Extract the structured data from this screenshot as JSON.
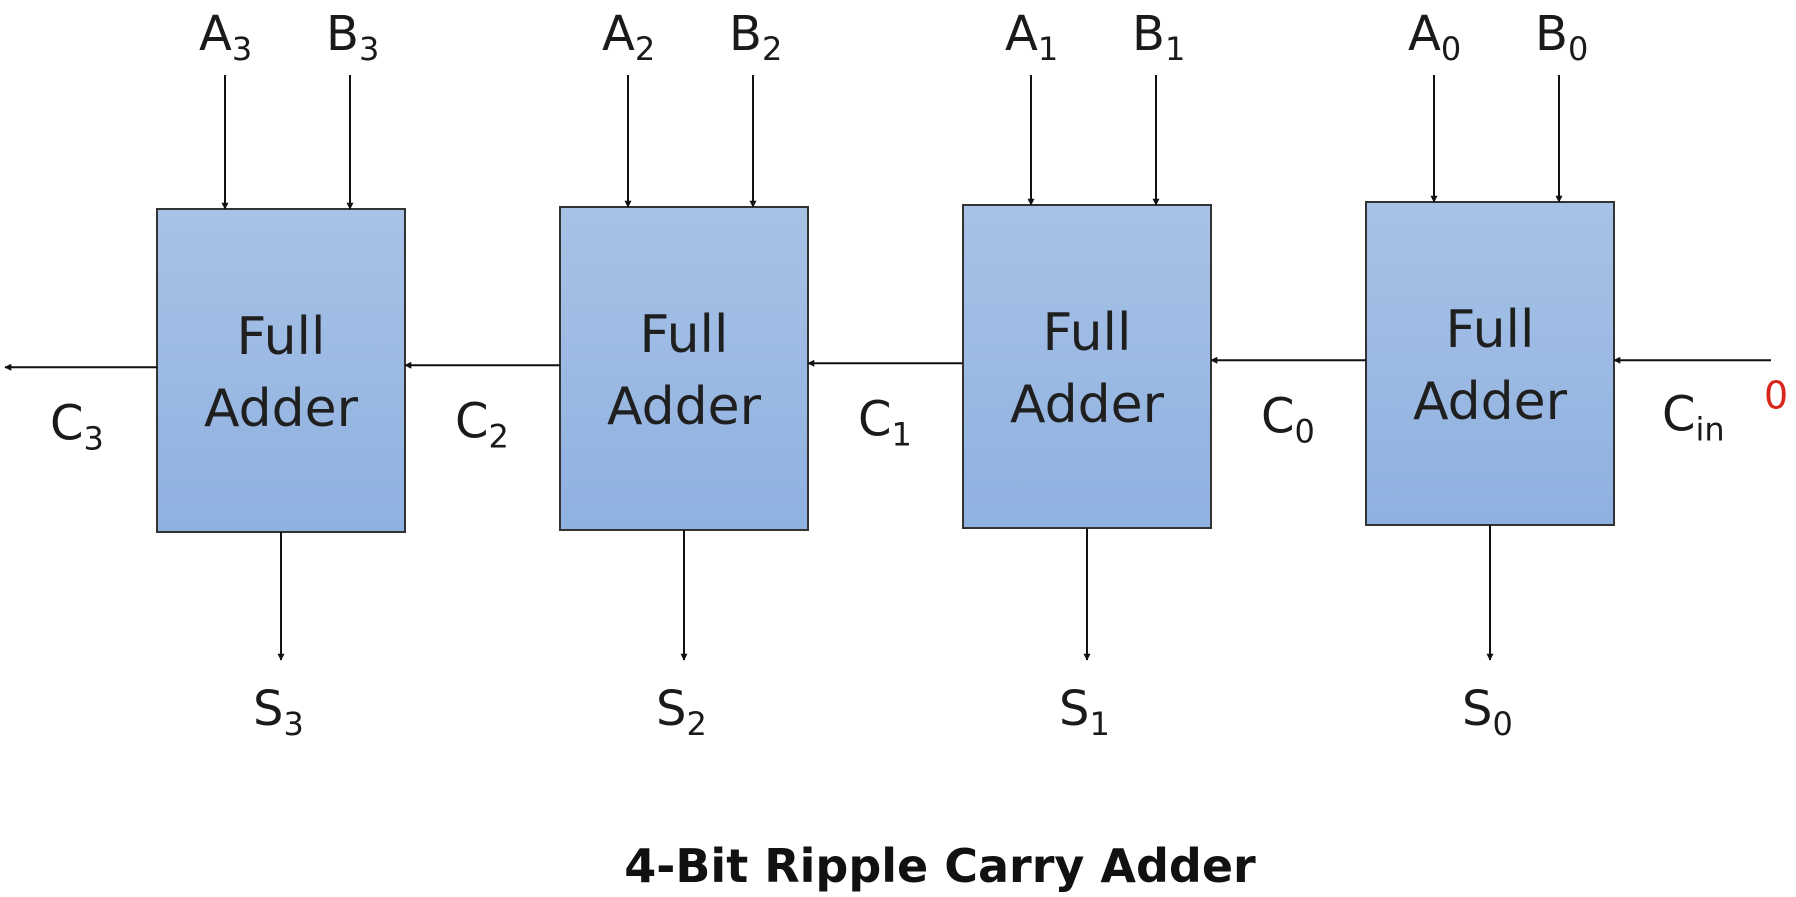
{
  "title": "4-Bit Ripple Carry Adder",
  "block_label": {
    "line1": "Full",
    "line2": "Adder"
  },
  "colors": {
    "block_fill_top": "#a7c2e6",
    "block_fill_bottom": "#8fb1e0",
    "block_border": "#333333",
    "cin_value": "#d9261c"
  },
  "blocks": [
    {
      "a": {
        "base": "A",
        "sub": "3"
      },
      "b": {
        "base": "B",
        "sub": "3"
      },
      "s": {
        "base": "S",
        "sub": "3"
      },
      "cout": {
        "base": "C",
        "sub": "3"
      }
    },
    {
      "a": {
        "base": "A",
        "sub": "2"
      },
      "b": {
        "base": "B",
        "sub": "2"
      },
      "s": {
        "base": "S",
        "sub": "2"
      },
      "cout": {
        "base": "C",
        "sub": "2"
      }
    },
    {
      "a": {
        "base": "A",
        "sub": "1"
      },
      "b": {
        "base": "B",
        "sub": "1"
      },
      "s": {
        "base": "S",
        "sub": "1"
      },
      "cout": {
        "base": "C",
        "sub": "1"
      }
    },
    {
      "a": {
        "base": "A",
        "sub": "0"
      },
      "b": {
        "base": "B",
        "sub": "0"
      },
      "s": {
        "base": "S",
        "sub": "0"
      },
      "cout": {
        "base": "C",
        "sub": "0"
      }
    }
  ],
  "cin": {
    "base": "C",
    "sub": "in",
    "value": "0"
  }
}
